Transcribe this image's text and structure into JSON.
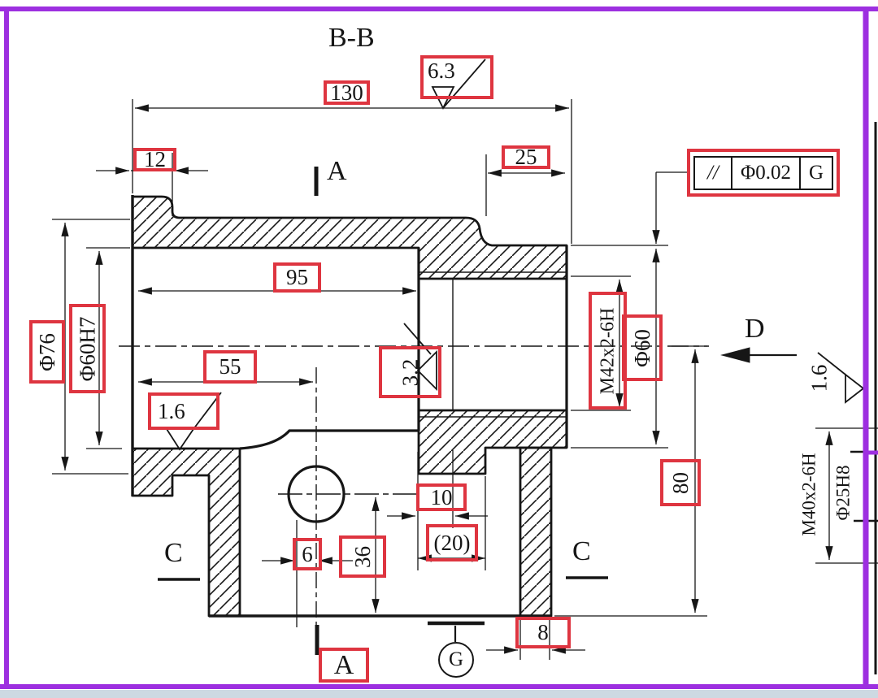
{
  "title": "B-B",
  "frame": {
    "border_color": "#9d2fe0",
    "highlight_red": "#de3540",
    "line_color": "#161616"
  },
  "gdt": {
    "symbol": "//",
    "tolerance": "Φ0.02",
    "datum": "G"
  },
  "dims": {
    "len130": "130",
    "rough63": "6.3",
    "len12": "12",
    "len25": "25",
    "len95": "95",
    "len55": "55",
    "rough16_left": "1.6",
    "rough32": "3.2",
    "dia76": "Φ76",
    "dia60h7": "Φ60H7",
    "thread_m42": "M42x2-6H",
    "dia60": "Φ60",
    "len80": "80",
    "len10": "10",
    "len20": "(20)",
    "len6": "6",
    "len36": "36",
    "len8": "8",
    "rough16_right": "1.6",
    "thread_m40": "M40x2-6H",
    "dia25h8": "Φ25H8"
  },
  "markers": {
    "section_a_top": "A",
    "section_a_bottom": "A",
    "section_c_left": "C",
    "section_c_right": "C",
    "view_d": "D",
    "datum_g": "G"
  }
}
